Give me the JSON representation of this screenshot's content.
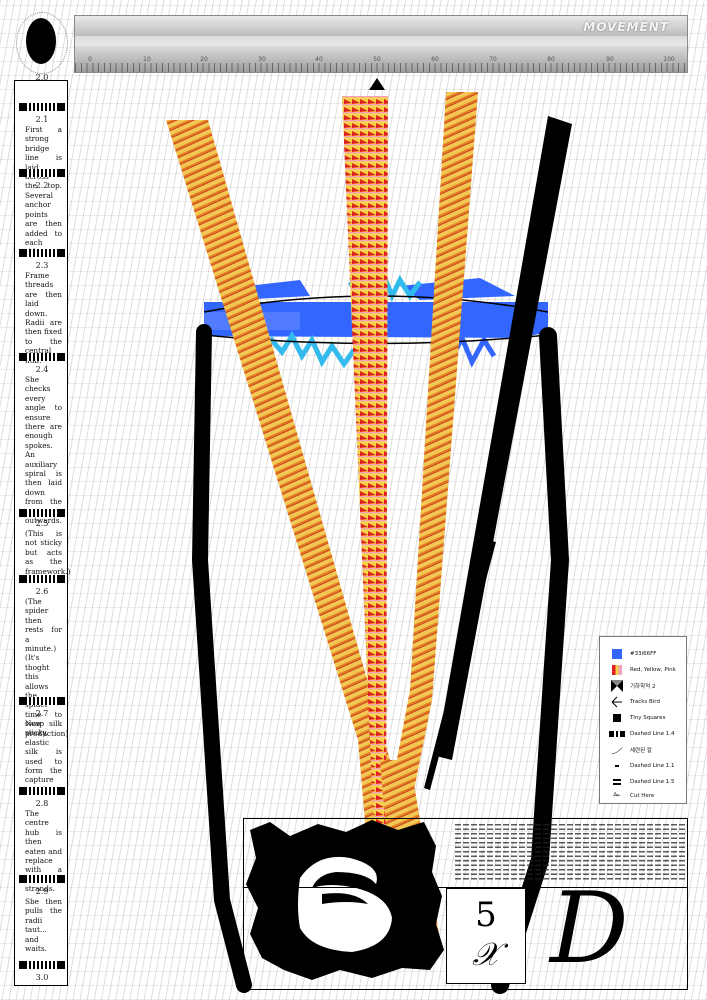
{
  "ruler": {
    "brand": "MOVEMENT",
    "ticks": [
      "0",
      "10",
      "20",
      "30",
      "40",
      "50",
      "60",
      "70",
      "80",
      "90",
      "100"
    ]
  },
  "panel": {
    "top_label": "2.0",
    "bottom_label": "3.0",
    "steps": [
      {
        "num": "2.1",
        "text": "First a strong bridge line is laid across the top."
      },
      {
        "num": "2.2",
        "text": "Several anchor points are then added to each side."
      },
      {
        "num": "2.3",
        "text": "Frame threads are then laid down. Radii are then fixed to the central hub."
      },
      {
        "num": "2.4",
        "text": "She checks every angle to ensure there are enough spokes. An auxiliary spiral is then laid down from the centre outwards."
      },
      {
        "num": "2.5",
        "text": "(This is not sticky but acts as the framework.)"
      },
      {
        "num": "2.6",
        "text": "(The spider then rests for a minute.) (It's thoght this allows the spider time to swap silk production)"
      },
      {
        "num": "2.7",
        "text": "Now sticky, elastic silk is used to form the capture spiral."
      },
      {
        "num": "2.8",
        "text": "The centre hub is then eaten and replace with a few neat strands."
      },
      {
        "num": "2.9",
        "text": "Sbe then pulls the radii taut... and waits."
      }
    ]
  },
  "legend": {
    "items": [
      {
        "label": "#33i66FF",
        "icon": "blue-square"
      },
      {
        "label": "Red, Yellow, Pink",
        "icon": "gradient-swatch"
      },
      {
        "label": "기하학적 2",
        "icon": "geometric-star"
      },
      {
        "label": "Tracks Bird",
        "icon": "bird-track"
      },
      {
        "label": "Tiny Squares",
        "icon": "black-square"
      },
      {
        "label": "Dashed Line 1.4",
        "icon": "dashed-line-thick"
      },
      {
        "label": "세련된 칼",
        "icon": "knife"
      },
      {
        "label": "Dashed Line 1.1",
        "icon": "dash-short"
      },
      {
        "label": "Dashed Line 1.5",
        "icon": "double-bar"
      },
      {
        "label": "Cut Here",
        "icon": "scissors"
      }
    ]
  },
  "footer": {
    "number": "5",
    "script_glyph": "𝒳",
    "letter": "D"
  },
  "colors": {
    "blue": "#3366FF",
    "cyan": "#33BBEE",
    "yellow": "#F0C050",
    "red": "#E02020",
    "pink": "#F0A0C0"
  }
}
